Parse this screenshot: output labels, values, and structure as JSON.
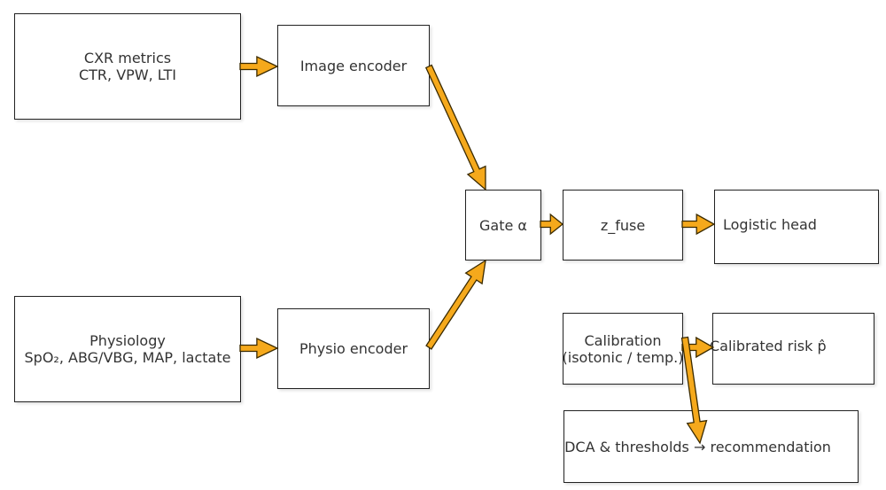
{
  "nodes": {
    "cxr": {
      "line1": "CXR metrics",
      "line2": "CTR, VPW, LTI"
    },
    "image_encoder": {
      "label": "Image encoder"
    },
    "physiology": {
      "line1": "Physiology",
      "line2": "SpO₂, ABG/VBG, MAP, lactate"
    },
    "physio_encoder": {
      "label": "Physio encoder"
    },
    "gate": {
      "label": "Gate α"
    },
    "z_fuse": {
      "label": "z_fuse"
    },
    "logistic_head": {
      "label": "Logistic head"
    },
    "calibration": {
      "line1": "Calibration",
      "line2": "(isotonic / temp.)"
    },
    "calibrated_risk": {
      "label": "Calibrated risk p̂"
    },
    "dca": {
      "label": "DCA & thresholds → recommendation"
    }
  },
  "colors": {
    "arrow_fill": "#f5a91c",
    "arrow_stroke": "#3a2a00",
    "box_border": "#222222",
    "text": "#333333"
  }
}
